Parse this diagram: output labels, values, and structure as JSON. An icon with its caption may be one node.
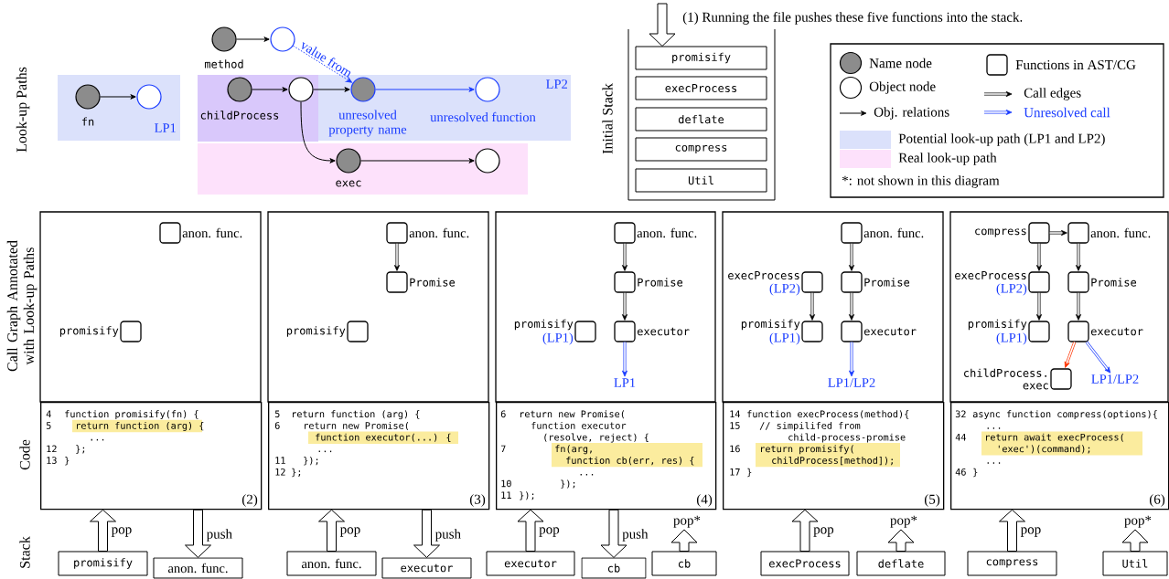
{
  "diagram": {
    "nodes": [
      {
        "text": [
          "LP1"
        ]
      },
      {
        "text": [
          "fn"
        ],
        "in": 0
      },
      {
        "text": [],
        "shape": "circle",
        "in": 0
      },
      {
        "text": [
          "method"
        ]
      },
      {
        "text": [],
        "shape": "circle"
      },
      {
        "text": [
          "LP2"
        ]
      },
      {
        "text": [
          "childProcess"
        ],
        "in": 5
      },
      {
        "text": [],
        "shape": "circle",
        "in": 5
      },
      {
        "text": [
          "unresolved property name"
        ],
        "in": 5
      },
      {
        "text": [
          "unresolved function"
        ],
        "in": 5
      },
      {
        "text": [],
        "shape": "box"
      },
      {
        "text": [
          "exec"
        ],
        "in": 10
      },
      {
        "text": [],
        "shape": "circle",
        "in": 10
      },
      {
        "text": [],
        "shape": "box"
      },
      {
        "text": [
          "promisify"
        ],
        "in": 13
      },
      {
        "text": [
          "execProcess"
        ],
        "in": 13
      },
      {
        "text": [
          "deflate"
        ],
        "in": 13
      },
      {
        "text": [
          "compress"
        ],
        "in": 13
      },
      {
        "text": [
          "Util"
        ],
        "in": 13
      },
      {
        "text": [],
        "shape": "box"
      },
      {
        "text": [
          "anon. func."
        ],
        "in": 19
      },
      {
        "text": [
          "promisify"
        ],
        "in": 19
      },
      {
        "text": [
          "4",
          "function promisify(fn) {",
          "5",
          "return function (arg) {",
          "...",
          "12",
          "};",
          "13",
          "}",
          "(2)"
        ]
      },
      {
        "text": [],
        "shape": "box"
      },
      {
        "text": [
          "anon. func."
        ],
        "in": 23
      },
      {
        "text": [
          "Promise"
        ],
        "in": 23
      },
      {
        "text": [
          "promisify"
        ],
        "in": 23
      },
      {
        "text": [
          "5",
          "return function (arg) {",
          "6",
          "return new Promise(",
          "function executor(...) {",
          "...",
          "11",
          "});",
          "12",
          "};",
          "(3)"
        ]
      },
      {
        "text": [],
        "shape": "box"
      },
      {
        "text": [
          "anon. func."
        ],
        "in": 28
      },
      {
        "text": [
          "Promise"
        ],
        "in": 28
      },
      {
        "text": [
          "promisify",
          "(LP1)"
        ],
        "in": 28
      },
      {
        "text": [
          "executor"
        ],
        "in": 28
      },
      {
        "text": [
          "LP1"
        ],
        "in": 28
      },
      {
        "text": [
          "6",
          "return new Promise(",
          "function executor",
          "(resolve, reject) {",
          "7",
          "fn(arg,",
          "function cb(err, res) {",
          "...",
          "10",
          "});",
          "11",
          "});",
          "(4)"
        ]
      },
      {
        "text": [],
        "shape": "box"
      },
      {
        "text": [
          "anon. func."
        ],
        "in": 35
      },
      {
        "text": [
          "execProcess",
          "(LP2)"
        ],
        "in": 35
      },
      {
        "text": [
          "Promise"
        ],
        "in": 35
      },
      {
        "text": [
          "promisify",
          "(LP1)"
        ],
        "in": 35
      },
      {
        "text": [
          "executor"
        ],
        "in": 35
      },
      {
        "text": [
          "LP1/LP2"
        ],
        "in": 35
      },
      {
        "text": [
          "14",
          "function execProcess(method){",
          "15",
          "// simpilifed from",
          "child-process-promise",
          "16",
          "return promisify(",
          "childProcess[method]);",
          "17",
          "}",
          "(5)"
        ]
      },
      {
        "text": [],
        "shape": "box"
      },
      {
        "text": [
          "compress"
        ],
        "in": 43
      },
      {
        "text": [
          "anon. func."
        ],
        "in": 43
      },
      {
        "text": [
          "execProcess",
          "(LP2)"
        ],
        "in": 43
      },
      {
        "text": [
          "Promise"
        ],
        "in": 43
      },
      {
        "text": [
          "promisify",
          "(LP1)"
        ],
        "in": 43
      },
      {
        "text": [
          "executor"
        ],
        "in": 43
      },
      {
        "text": [
          "childProcess. exec"
        ],
        "in": 43
      },
      {
        "text": [
          "LP1/LP2"
        ],
        "in": 43
      },
      {
        "text": [
          "32",
          "async function compress(options){",
          "...",
          "44",
          "return await execProcess(",
          "'exec')(command);",
          "...",
          "46",
          "}",
          "(6)"
        ]
      },
      {
        "text": [
          "promisify"
        ]
      },
      {
        "text": [
          "anon. func."
        ]
      },
      {
        "text": [
          "anon. func."
        ]
      },
      {
        "text": [
          "executor"
        ]
      },
      {
        "text": [
          "executor"
        ]
      },
      {
        "text": [
          "cb"
        ]
      },
      {
        "text": [
          "cb"
        ]
      },
      {
        "text": [
          "execProcess"
        ]
      },
      {
        "text": [
          "deflate"
        ]
      },
      {
        "text": [
          "compress"
        ]
      },
      {
        "text": [
          "Util"
        ]
      }
    ],
    "edges": [
      {
        "from": 1,
        "to": 2,
        "arrow": "to"
      },
      {
        "from": 3,
        "to": 4,
        "arrow": "to"
      },
      {
        "from": 4,
        "to": 8,
        "arrow": "to",
        "label": "value from",
        "style": "dashed",
        "color": "#1a3cff"
      },
      {
        "from": 6,
        "to": 7,
        "arrow": "to"
      },
      {
        "from": 7,
        "to": 8,
        "arrow": "to"
      },
      {
        "from": 8,
        "to": 9,
        "arrow": "to",
        "color": "#1a3cff"
      },
      {
        "from": 7,
        "to": 11,
        "arrow": "to"
      },
      {
        "from": 11,
        "to": 12,
        "arrow": "to"
      },
      {
        "from": null,
        "to": 14,
        "arrow": "to",
        "label": "(1) Running the file pushes these five functions into the stack."
      },
      {
        "from": 24,
        "to": 25,
        "arrow": "to"
      },
      {
        "from": 29,
        "to": 30,
        "arrow": "to"
      },
      {
        "from": 30,
        "to": 32,
        "arrow": "to"
      },
      {
        "from": 32,
        "to": 33,
        "arrow": "to",
        "color": "#1a3cff"
      },
      {
        "from": 36,
        "to": 38,
        "arrow": "to"
      },
      {
        "from": 38,
        "to": 40,
        "arrow": "to"
      },
      {
        "from": 37,
        "to": 39,
        "arrow": "to"
      },
      {
        "from": 40,
        "to": 41,
        "arrow": "to",
        "color": "#1a3cff"
      },
      {
        "from": 44,
        "to": 45,
        "arrow": "to"
      },
      {
        "from": 44,
        "to": 46,
        "arrow": "to"
      },
      {
        "from": 45,
        "to": 47,
        "arrow": "to"
      },
      {
        "from": 46,
        "to": 48,
        "arrow": "to"
      },
      {
        "from": 47,
        "to": 49,
        "arrow": "to"
      },
      {
        "from": 49,
        "to": 50,
        "arrow": "to",
        "color": "#ff3300"
      },
      {
        "from": 49,
        "to": 51,
        "arrow": "to",
        "color": "#1a3cff"
      },
      {
        "from": 53,
        "to": 22,
        "arrow": "to",
        "label": "pop"
      },
      {
        "from": 22,
        "to": 54,
        "arrow": "to",
        "label": "push"
      },
      {
        "from": 55,
        "to": 27,
        "arrow": "to",
        "label": "pop"
      },
      {
        "from": 27,
        "to": 56,
        "arrow": "to",
        "label": "push"
      },
      {
        "from": 57,
        "to": 34,
        "arrow": "to",
        "label": "pop"
      },
      {
        "from": 34,
        "to": 58,
        "arrow": "to",
        "label": "push"
      },
      {
        "from": 59,
        "to": null,
        "arrow": "to",
        "label": "pop*"
      },
      {
        "from": 60,
        "to": 42,
        "arrow": "to",
        "label": "pop"
      },
      {
        "from": 61,
        "to": null,
        "arrow": "to",
        "label": "pop*"
      },
      {
        "from": 62,
        "to": 52,
        "arrow": "to",
        "label": "pop"
      },
      {
        "from": 63,
        "to": null,
        "arrow": "to",
        "label": "pop*"
      }
    ],
    "labels": [
      "Look-up Paths",
      "Initial Stack",
      "*: not shown in this diagram",
      "Call Graph Annotated with Look-up Paths",
      "Code",
      "Stack"
    ],
    "legend": [
      {
        "text": "Name node"
      },
      {
        "text": "Functions in AST/CG"
      },
      {
        "text": "Object node"
      },
      {
        "text": "Call edges"
      },
      {
        "text": "Obj. relations"
      },
      {
        "text": "Unresolved call"
      },
      {
        "text": "Potential look-up path (LP1 and LP2)",
        "color": "#dbe1fb"
      },
      {
        "text": "Real look-up path",
        "color": "#fde1fb"
      }
    ]
  }
}
